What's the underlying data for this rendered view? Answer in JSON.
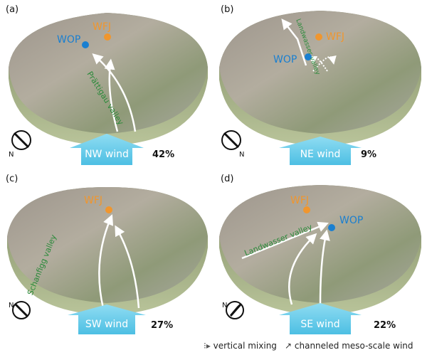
{
  "panels": [
    {
      "label": "(a)",
      "wind": "NW wind",
      "percent": "42%",
      "valley": "Prättigau valley",
      "sites": {
        "wop": "WOP",
        "wfj": "WFJ"
      },
      "north": "N"
    },
    {
      "label": "(b)",
      "wind": "NE wind",
      "percent": "9%",
      "valley": "Landwasser valley",
      "sites": {
        "wop": "WOP",
        "wfj": "WFJ"
      },
      "north": "N"
    },
    {
      "label": "(c)",
      "wind": "SW wind",
      "percent": "27%",
      "valley": "Schanfigg valley",
      "sites": {
        "wfj": "WFJ"
      },
      "north": "N"
    },
    {
      "label": "(d)",
      "wind": "SE wind",
      "percent": "22%",
      "valley": "Landwasser valley",
      "sites": {
        "wop": "WOP",
        "wfj": "WFJ"
      },
      "north": "N"
    }
  ],
  "legend": {
    "vertical_mixing": "vertical mixing",
    "channeled_wind": "channeled meso-scale wind"
  },
  "colors": {
    "wop": "#1a7fd0",
    "wfj": "#f0962e",
    "valley_text": "#2a8a3a",
    "wind_arrow": "#5cc8e8"
  }
}
